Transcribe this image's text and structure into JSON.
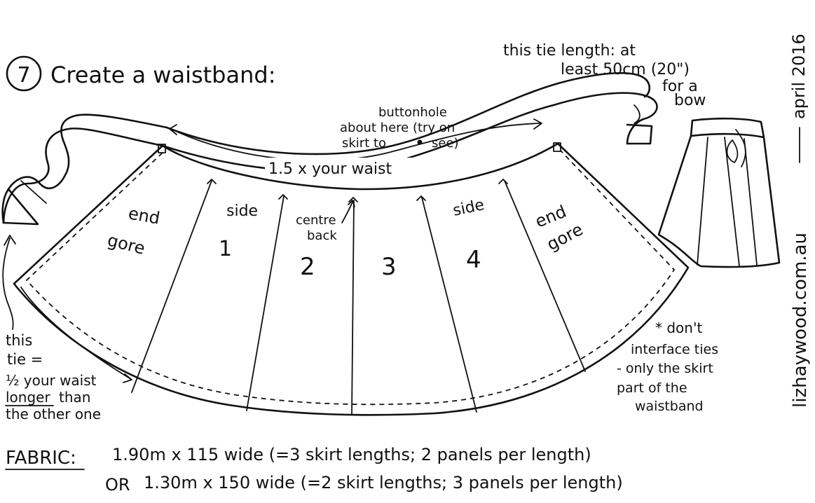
{
  "step": {
    "number": "7",
    "title": "Create a waistband:"
  },
  "tie_length_note": {
    "line1": "this tie length: at",
    "line2": "least 50cm (20\")",
    "line3": "for a",
    "line4": "bow"
  },
  "buttonhole_note": {
    "line1": "buttonhole",
    "line2": "about here (try on",
    "line3": "skirt to",
    "line4": "see)"
  },
  "waist_label": "1.5 x your waist",
  "panels": [
    {
      "line1": "end",
      "line2": "gore"
    },
    {
      "line1": "side",
      "line2": "1"
    },
    {
      "line1": "centre",
      "line2": "back",
      "line3": "2"
    },
    {
      "line1": "3"
    },
    {
      "line1": "side",
      "line2": "4"
    },
    {
      "line1": "end",
      "line2": "gore"
    }
  ],
  "left_tie_note": {
    "line1": "this",
    "line2": "tie =",
    "line3": "½ your waist",
    "line4": "longer",
    "line4_rest": "than",
    "line5": "the other one"
  },
  "interface_note": {
    "line1": "* don't",
    "line2": "interface ties",
    "line3": "- only the skirt",
    "line4": "part of the",
    "line5": "waistband"
  },
  "side_credit": {
    "site": "lizhaywood.com.au",
    "date": "april 2016"
  },
  "fabric": {
    "label": "FABRIC:",
    "line1": "1.90m x 115 wide (=3 skirt lengths; 2 panels per length)",
    "line2_prefix": "OR",
    "line2": "1.30m x 150 wide (=2 skirt lengths; 3 panels per length)"
  }
}
